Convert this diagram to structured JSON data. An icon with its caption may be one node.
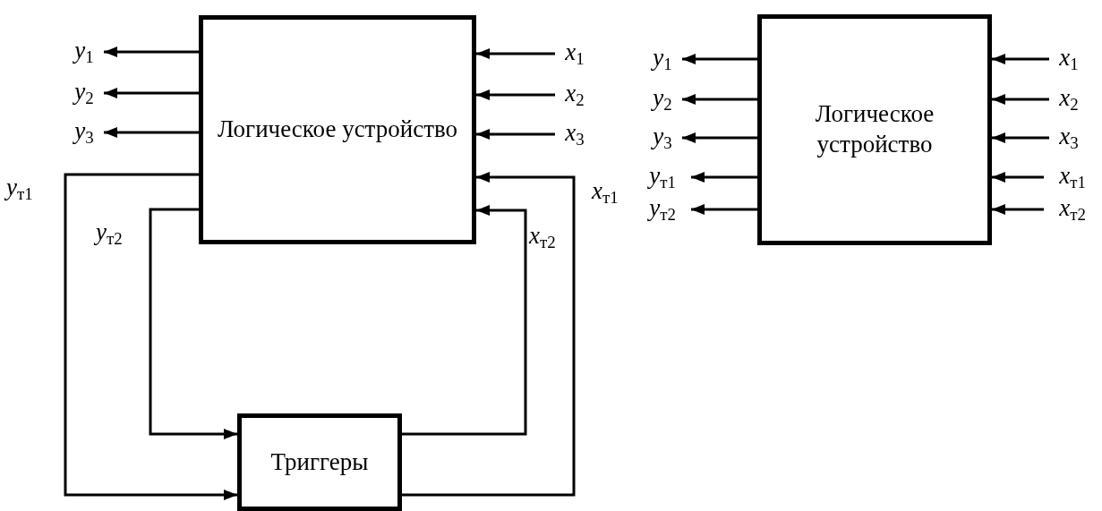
{
  "diagram": {
    "nodes": [
      {
        "text": [
          "Логическое устройство"
        ]
      },
      {
        "text": [
          "*y*$_{1}$"
        ]
      },
      {
        "text": [
          "*y*$_{2}$"
        ]
      },
      {
        "text": [
          "*y*$_{3}$"
        ]
      },
      {
        "text": [
          "*x*$_{1}$"
        ]
      },
      {
        "text": [
          "*x*$_{2}$"
        ]
      },
      {
        "text": [
          "*x*$_{3}$"
        ]
      },
      {
        "text": [
          "Триггеры"
        ]
      },
      {
        "text": [
          "Логическое устройство"
        ]
      },
      {
        "text": [
          "*y*$_{1}$"
        ]
      },
      {
        "text": [
          "*y*$_{2}$"
        ]
      },
      {
        "text": [
          "*y*$_{3}$"
        ]
      },
      {
        "text": [
          "*y*$_{т1}$"
        ]
      },
      {
        "text": [
          "*y*$_{т2}$"
        ]
      },
      {
        "text": [
          "*x*$_{1}$"
        ]
      },
      {
        "text": [
          "*x*$_{2}$"
        ]
      },
      {
        "text": [
          "*x*$_{3}$"
        ]
      },
      {
        "text": [
          "*x*$_{т1}$"
        ]
      },
      {
        "text": [
          "*x*$_{т2}$"
        ]
      }
    ],
    "edges": [
      {
        "from": 0,
        "to": 1,
        "arrow": "to"
      },
      {
        "from": 0,
        "to": 2,
        "arrow": "to"
      },
      {
        "from": 0,
        "to": 3,
        "arrow": "to"
      },
      {
        "from": 4,
        "to": 0,
        "arrow": "to"
      },
      {
        "from": 5,
        "to": 0,
        "arrow": "to"
      },
      {
        "from": 6,
        "to": 0,
        "arrow": "to"
      },
      {
        "from": 0,
        "to": 7,
        "arrow": "to",
        "label": "*y*$_{т1}$"
      },
      {
        "from": 0,
        "to": 7,
        "arrow": "to",
        "label": "*y*$_{т2}$"
      },
      {
        "from": 7,
        "to": 0,
        "arrow": "to",
        "label": "*x*$_{т1}$"
      },
      {
        "from": 7,
        "to": 0,
        "arrow": "to",
        "label": "*x*$_{т2}$"
      },
      {
        "from": 8,
        "to": 9,
        "arrow": "to"
      },
      {
        "from": 8,
        "to": 10,
        "arrow": "to"
      },
      {
        "from": 8,
        "to": 11,
        "arrow": "to"
      },
      {
        "from": 8,
        "to": 12,
        "arrow": "to"
      },
      {
        "from": 8,
        "to": 13,
        "arrow": "to"
      },
      {
        "from": 14,
        "to": 8,
        "arrow": "to"
      },
      {
        "from": 15,
        "to": 8,
        "arrow": "to"
      },
      {
        "from": 16,
        "to": 8,
        "arrow": "to"
      },
      {
        "from": 17,
        "to": 8,
        "arrow": "to"
      },
      {
        "from": 18,
        "to": 8,
        "arrow": "to"
      }
    ]
  }
}
